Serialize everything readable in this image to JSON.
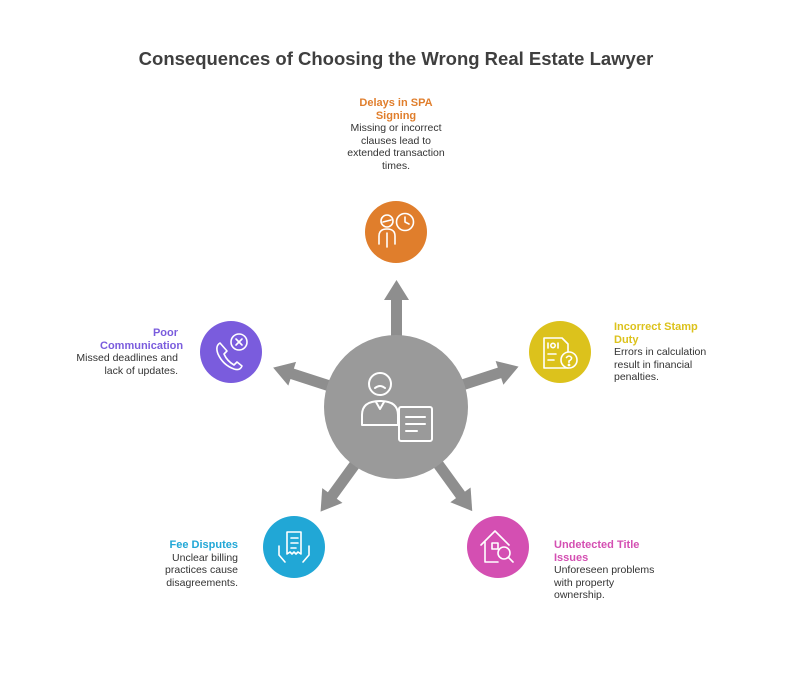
{
  "title": "Consequences of Choosing the Wrong Real Estate Lawyer",
  "colors": {
    "center": "#9a9a9a",
    "arrow": "#8e8e8e",
    "delays": "#e07e2c",
    "stamp": "#dcc21c",
    "title_issues": "#d44fb2",
    "fee": "#21a7d6",
    "communication": "#7a5cdd",
    "text": "#333333",
    "title_text": "#3f3f3f"
  },
  "center": {
    "icon": "lawyer-with-document-icon"
  },
  "nodes": [
    {
      "id": "delays",
      "heading": "Delays in SPA Signing",
      "description": "Missing or incorrect clauses lead to extended transaction times.",
      "color": "#e07e2c",
      "icon": "person-clock-icon"
    },
    {
      "id": "stamp",
      "heading": "Incorrect Stamp Duty",
      "description": "Errors in calculation result in financial penalties.",
      "color": "#dcc21c",
      "icon": "document-question-icon"
    },
    {
      "id": "title_issues",
      "heading": "Undetected Title Issues",
      "description": "Unforeseen problems with property ownership.",
      "color": "#d44fb2",
      "icon": "house-search-icon"
    },
    {
      "id": "fee",
      "heading": "Fee Disputes",
      "description": "Unclear billing practices cause disagreements.",
      "color": "#21a7d6",
      "icon": "hands-invoice-icon"
    },
    {
      "id": "communication",
      "heading": "Poor Communication",
      "description": "Missed deadlines and lack of updates.",
      "color": "#7a5cdd",
      "icon": "phone-cancel-icon"
    }
  ]
}
